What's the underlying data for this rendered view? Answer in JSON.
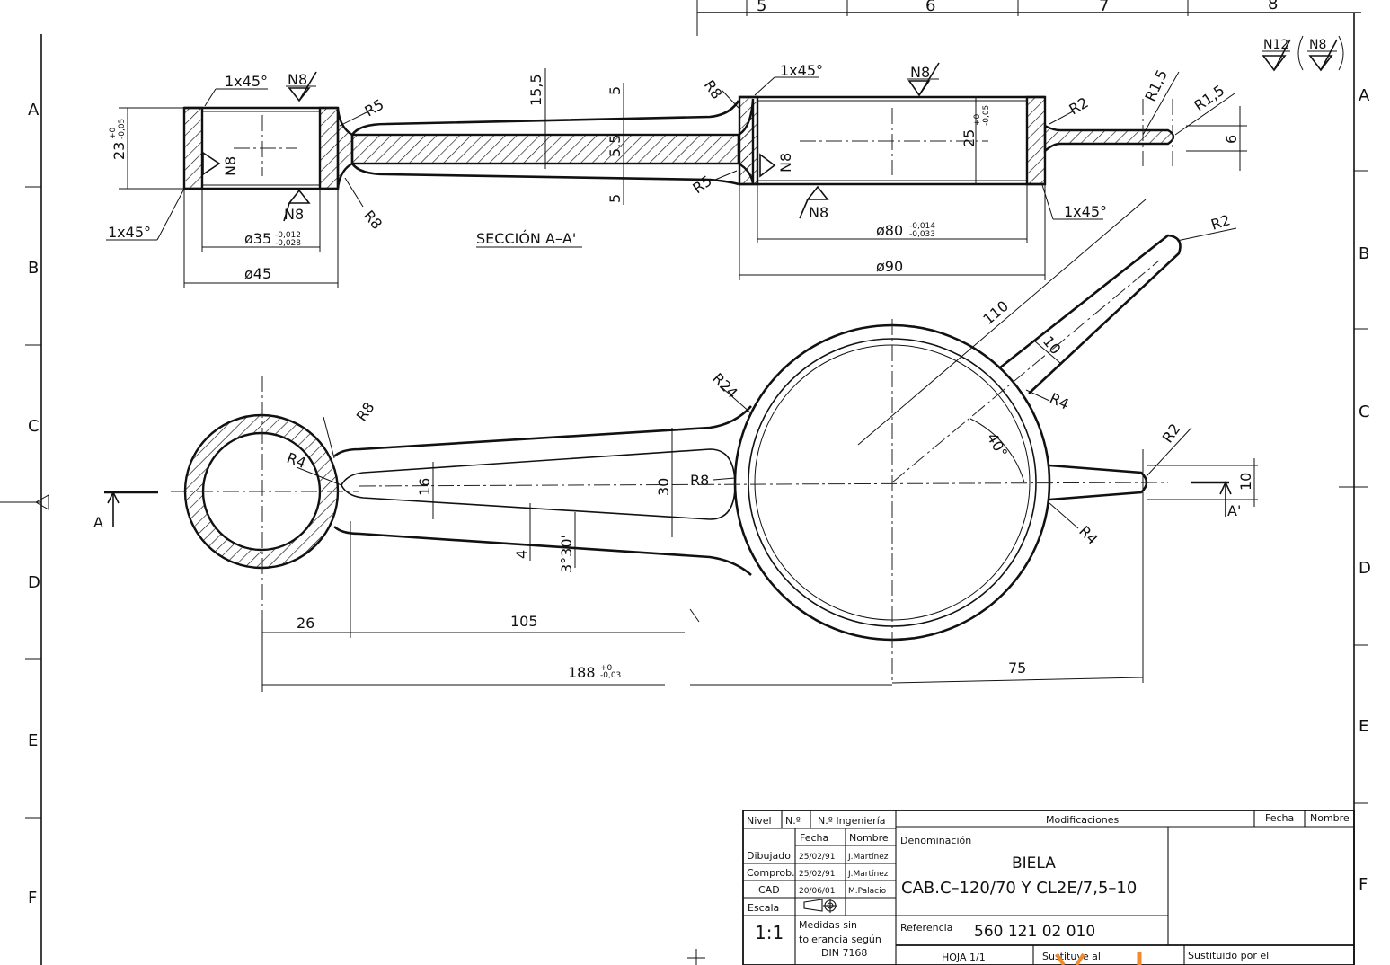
{
  "grid": {
    "top_columns": [
      "5",
      "6",
      "7",
      "8"
    ],
    "rows": [
      "A",
      "B",
      "C",
      "D",
      "E",
      "F"
    ]
  },
  "surface_symbols": {
    "general": "N12",
    "bracket": "N8"
  },
  "section": {
    "label": "SECCIÓN A–A'",
    "chamfer_label": "1x45°",
    "finish_label": "N8",
    "dims": {
      "small_height": "23",
      "small_height_tol_upper": "+0",
      "small_height_tol_lower": "-0,05",
      "small_bore": "ø35",
      "small_bore_tol_upper": "-0,012",
      "small_bore_tol_lower": "-0,028",
      "small_outer": "ø45",
      "web_height": "15,5",
      "web_thickness": "5,5",
      "flange_top": "5",
      "flange_bottom": "5",
      "big_height": "25",
      "big_height_tol_upper": "+0",
      "big_height_tol_lower": "-0,05",
      "big_bore": "ø80",
      "big_bore_tol_upper": "-0,014",
      "big_bore_tol_lower": "-0,033",
      "big_outer": "ø90",
      "arm_height": "6"
    },
    "radii": {
      "r5": "R5",
      "r8": "R8",
      "r2": "R2",
      "r15": "R1,5"
    }
  },
  "plan": {
    "section_mark_left": "A",
    "section_mark_right": "A'",
    "dims": {
      "d26": "26",
      "d105": "105",
      "d188": "188",
      "d188_tol_upper": "+0",
      "d188_tol_lower": "-0,03",
      "d75": "75",
      "d110": "110",
      "d10_arm": "10",
      "d10_tail": "10",
      "angle": "40°",
      "taper_angle": "3°30'",
      "d16": "16",
      "d30": "30",
      "d4": "4"
    },
    "radii": {
      "r24": "R24",
      "r8": "R8",
      "r4": "R4",
      "r2": "R2"
    }
  },
  "title_block": {
    "nivel": "Nivel",
    "no": "N.º",
    "no_ingenieria": "N.º Ingeniería",
    "modificaciones": "Modificaciones",
    "fecha": "Fecha",
    "nombre": "Nombre",
    "dibujado": "Dibujado",
    "comprob": "Comprob.",
    "cad": "CAD",
    "dibujado_fecha": "25/02/91",
    "dibujado_nombre": "J.Martínez",
    "comprob_fecha": "25/02/91",
    "comprob_nombre": "J.Martínez",
    "cad_fecha": "20/06/01",
    "cad_nombre": "M.Palacio",
    "escala": "Escala",
    "escala_valor": "1:1",
    "medidas_1": "Medidas sin",
    "medidas_2": "tolerancia según",
    "medidas_3": "DIN  7168",
    "denominacion": "Denominación",
    "titulo": "BIELA",
    "subtitulo": "CAB.C–120/70  Y  CL2E/7,5–10",
    "referencia": "Referencia",
    "referencia_valor": "560  121  02  010",
    "hoja": "HOJA 1/1",
    "sustituye": "Sustituye al",
    "sustituido": "Sustituido por el"
  },
  "colors": {
    "ink": "#111111",
    "paper": "#ffffff",
    "stamp": "#f08a2c"
  }
}
